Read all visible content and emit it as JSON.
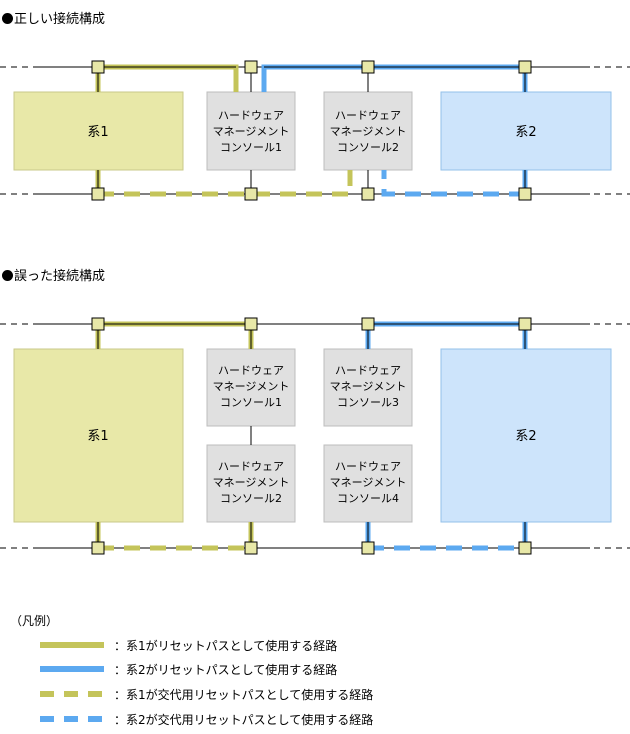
{
  "colors": {
    "sys1_path": "#c4c45a",
    "sys2_path": "#5ca9f0",
    "sys1_box_fill": "#e8e8a8",
    "sys1_box_stroke": "#c9c98a",
    "sys2_box_fill": "#cde4fb",
    "sys2_box_stroke": "#93c0ea",
    "hmc_fill": "#e0e0e0",
    "hmc_stroke": "#bdbdbd",
    "node_fill": "#e8e8a8",
    "line": "#000000"
  },
  "correct_section": {
    "heading": "正しい接続構成",
    "system1": "系1",
    "system2": "系2",
    "hmc": [
      [
        "ハードウェア",
        "マネージメント",
        "コンソール1"
      ],
      [
        "ハードウェア",
        "マネージメント",
        "コンソール2"
      ]
    ]
  },
  "wrong_section": {
    "heading": "誤った接続構成",
    "system1": "系1",
    "system2": "系2",
    "hmc": [
      [
        "ハードウェア",
        "マネージメント",
        "コンソール1"
      ],
      [
        "ハードウェア",
        "マネージメント",
        "コンソール3"
      ],
      [
        "ハードウェア",
        "マネージメント",
        "コンソール2"
      ],
      [
        "ハードウェア",
        "マネージメント",
        "コンソール4"
      ]
    ]
  },
  "legend": {
    "title": "（凡例）",
    "items": [
      {
        "label": "：系1がリセットパスとして使用する経路",
        "color": "#c4c45a",
        "style": "solid"
      },
      {
        "label": "：系2がリセットパスとして使用する経路",
        "color": "#5ca9f0",
        "style": "solid"
      },
      {
        "label": "：系1が交代用リセットパスとして使用する経路",
        "color": "#c4c45a",
        "style": "dashed"
      },
      {
        "label": "：系2が交代用リセットパスとして使用する経路",
        "color": "#5ca9f0",
        "style": "dashed"
      }
    ]
  }
}
